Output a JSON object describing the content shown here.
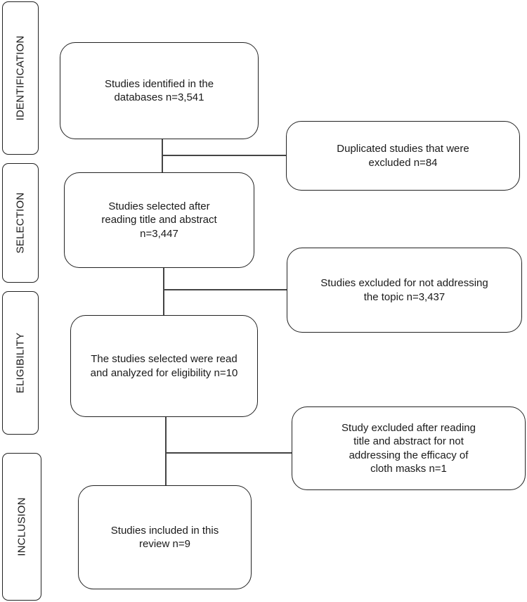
{
  "stages": {
    "identification": "IDENTIFICATION",
    "selection": "SELECTION",
    "eligibility": "ELIGIBILITY",
    "inclusion": "INCLUSION"
  },
  "boxes": {
    "identified": "Studies identified in the\ndatabases n=3,541",
    "selected": "Studies selected after\nreading title and abstract\nn=3,447",
    "eligibility": "The studies selected were read\nand analyzed for eligibility n=10",
    "included": "Studies included in this\nreview n=9"
  },
  "exclusions": {
    "duplicates": "Duplicated studies that were\nexcluded n=84",
    "not_topic": "Studies excluded for not addressing\nthe topic n=3,437",
    "not_efficacy": "Study excluded after reading\ntitle and abstract for not\naddressing the efficacy of\ncloth masks n=1"
  },
  "colors": {
    "border": "#222222",
    "line": "#444444"
  }
}
